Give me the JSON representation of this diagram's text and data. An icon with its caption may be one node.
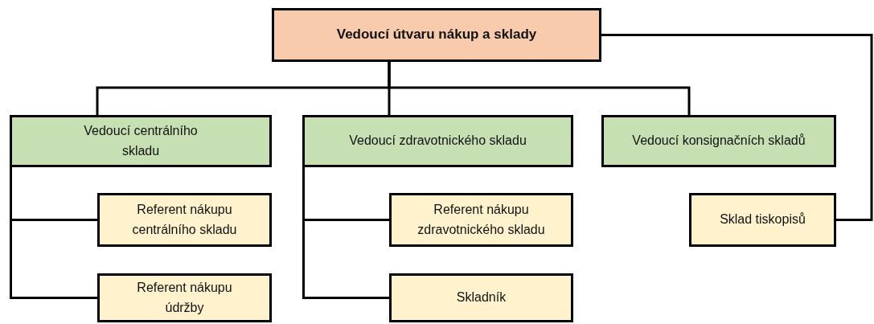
{
  "diagram": {
    "nodes": [
      {
        "text": [
          "Vedoucí útvaru nákup a sklady"
        ]
      },
      {
        "text": [
          "Vedoucí centrálního skladu"
        ]
      },
      {
        "text": [
          "Vedoucí zdravotnického skladu"
        ]
      },
      {
        "text": [
          "Vedoucí konsignačních skladů"
        ]
      },
      {
        "text": [
          "Referent nákupu centrálního skladu"
        ]
      },
      {
        "text": [
          "Referent nákupu údržby"
        ]
      },
      {
        "text": [
          "Referent nákupu zdravotnického skladu"
        ]
      },
      {
        "text": [
          "Skladník"
        ]
      },
      {
        "text": [
          "Sklad tiskopisů"
        ]
      }
    ],
    "edges": [
      {
        "from": 0,
        "to": 1,
        "arrow": "none"
      },
      {
        "from": 0,
        "to": 2,
        "arrow": "none"
      },
      {
        "from": 0,
        "to": 3,
        "arrow": "none"
      },
      {
        "from": 1,
        "to": 4,
        "arrow": "none"
      },
      {
        "from": 1,
        "to": 5,
        "arrow": "none"
      },
      {
        "from": 2,
        "to": 6,
        "arrow": "none"
      },
      {
        "from": 2,
        "to": 7,
        "arrow": "none"
      },
      {
        "from": 0,
        "to": 8,
        "arrow": "none"
      }
    ]
  }
}
